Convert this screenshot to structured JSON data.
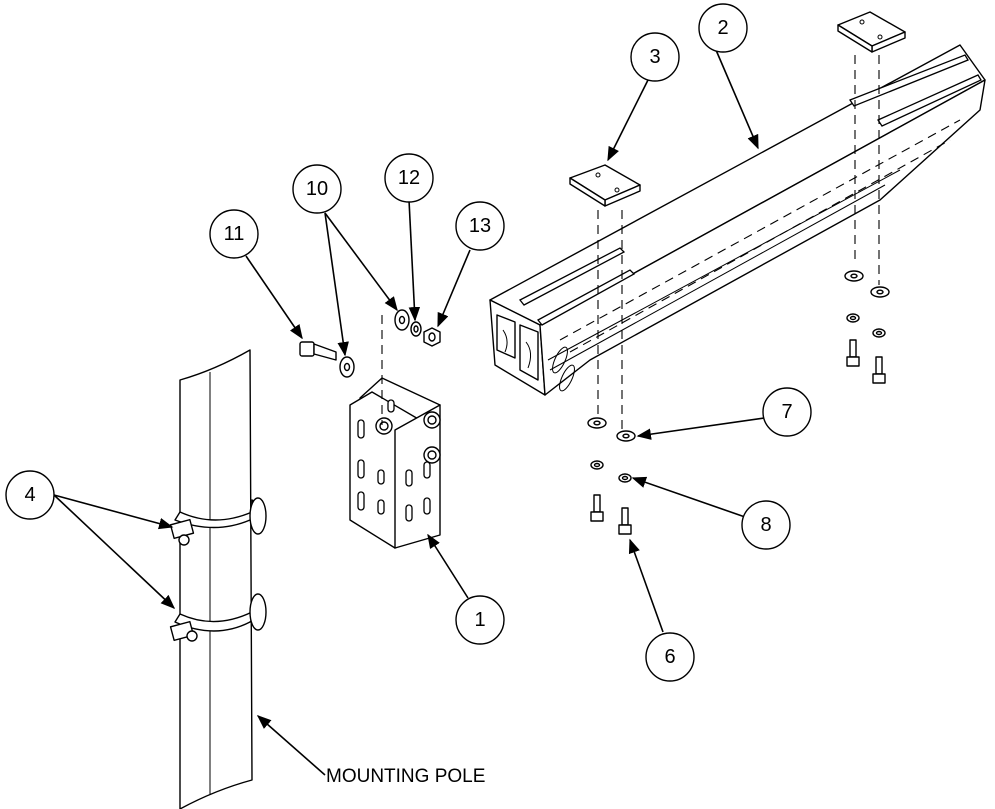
{
  "diagram": {
    "callouts": [
      {
        "id": "c1",
        "label": "1"
      },
      {
        "id": "c2",
        "label": "2"
      },
      {
        "id": "c3",
        "label": "3"
      },
      {
        "id": "c4",
        "label": "4"
      },
      {
        "id": "c6",
        "label": "6"
      },
      {
        "id": "c7",
        "label": "7"
      },
      {
        "id": "c8",
        "label": "8"
      },
      {
        "id": "c10",
        "label": "10"
      },
      {
        "id": "c11",
        "label": "11"
      },
      {
        "id": "c12",
        "label": "12"
      },
      {
        "id": "c13",
        "label": "13"
      }
    ],
    "pole_label": "MOUNTING POLE",
    "colors": {
      "line": "#000000",
      "background": "#ffffff"
    }
  }
}
